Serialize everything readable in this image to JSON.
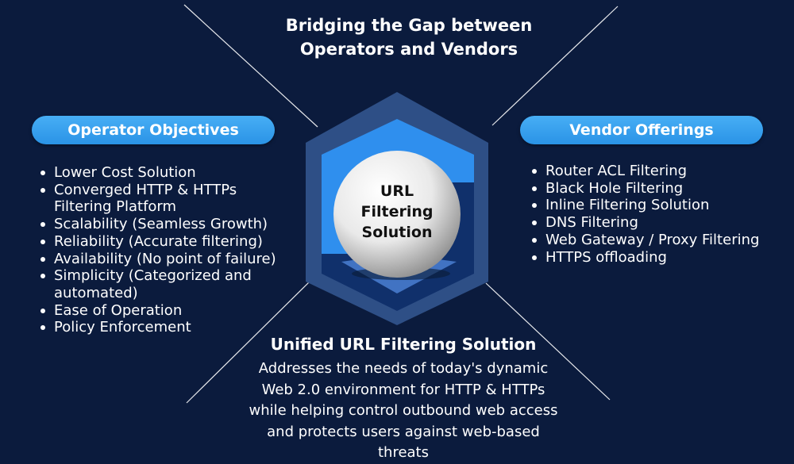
{
  "heading": {
    "line1": "Bridging the Gap between",
    "line2": "Operators and Vendors"
  },
  "operator": {
    "title": "Operator Objectives",
    "items": [
      "Lower Cost Solution",
      "Converged HTTP & HTTPs",
      "Filtering Platform",
      "Scalability (Seamless Growth)",
      "Reliability (Accurate filtering)",
      "Availability (No point of failure)",
      "Simplicity (Categorized and",
      "automated)",
      "Ease of Operation",
      "Policy Enforcement"
    ]
  },
  "vendor": {
    "title": "Vendor Offerings",
    "items": [
      "Router ACL Filtering",
      "Black Hole Filtering",
      "Inline Filtering Solution",
      "DNS Filtering",
      "Web Gateway / Proxy Filtering",
      "HTTPS offloading"
    ]
  },
  "center": {
    "line1": "URL",
    "line2": "Filtering",
    "line3": "Solution"
  },
  "bottom": {
    "title": "Unified URL Filtering Solution",
    "lines": [
      "Addresses the needs of today's dynamic",
      "Web 2.0 environment for HTTP & HTTPs",
      "while  helping control outbound web access",
      "and protects users against web-based",
      "threats"
    ]
  },
  "colors": {
    "background": "#0b1b3d",
    "pill": "#3aa3ee",
    "hex_outer": "#2e4f86",
    "hex_inner": "#2f8fee"
  }
}
